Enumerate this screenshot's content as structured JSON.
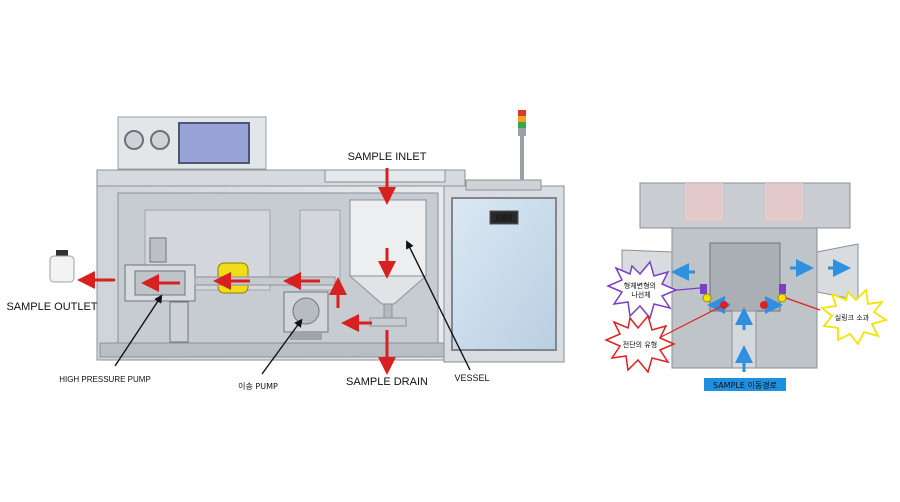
{
  "machine": {
    "labels": {
      "sample_inlet": "SAMPLE INLET",
      "sample_outlet": "SAMPLE OUTLET",
      "high_pressure_pump": "HIGH PRESSURE PUMP",
      "transfer_pump": "이송 PUMP",
      "sample_drain": "SAMPLE DRAIN",
      "vessel": "VESSEL"
    },
    "display_readout": "888"
  },
  "detail": {
    "callouts": {
      "purple": "형체변형의\n나선체",
      "red": "전단의 유형",
      "yellow": "실링크 소과"
    },
    "sample_path_label": "SAMPLE 이동경로"
  },
  "colors": {
    "flow_arrow": "#d92020",
    "detail_flow": "#2f8fe0",
    "label_box": "#1f8fe0",
    "callout_purple": "#7a3fc8",
    "callout_red": "#e02020",
    "callout_yellow": "#f2e400"
  }
}
